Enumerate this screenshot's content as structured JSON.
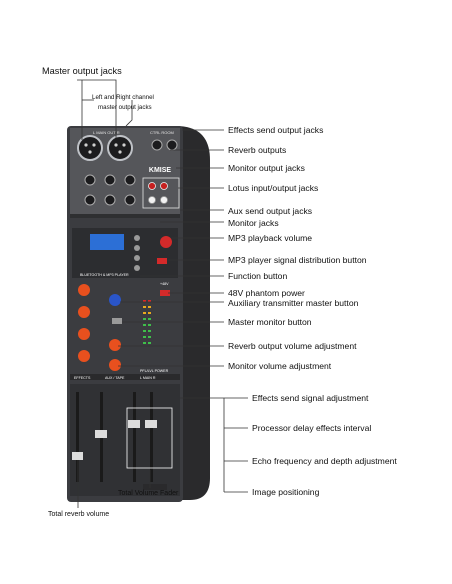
{
  "callouts": {
    "master_output_jacks": "Master output jacks",
    "lr_master_output_line1": "Left and Right channel",
    "lr_master_output_line2": "master output jacks",
    "effects_send_output_jacks": "Effects send output jacks",
    "reverb_outputs": "Reverb outputs",
    "monitor_output_jacks": "Monitor output jacks",
    "lotus_io_jacks": "Lotus input/output jacks",
    "aux_send_output_jacks": "Aux send output jacks",
    "monitor_jacks": "Monitor jacks",
    "mp3_playback_volume": "MP3 playback volume",
    "mp3_signal_distribution_button": "MP3 player signal distribution button",
    "function_button": "Function button",
    "phantom_power": "48V phantom power",
    "aux_transmitter_master_button": "Auxiliary transmitter master button",
    "master_monitor_button": "Master monitor button",
    "reverb_output_volume_adjustment": "Reverb output volume adjustment",
    "monitor_volume_adjustment": "Monitor volume adjustment",
    "effects_send_signal_adjustment": "Effects send signal adjustment",
    "processor_delay_effects_interval": "Processor delay effects interval",
    "echo_frequency_depth_adjustment": "Echo frequency and depth adjustment",
    "image_positioning": "Image positioning",
    "total_volume_fader": "Total Volume Fader",
    "total_reverb_volume": "Total reverb volume"
  },
  "device": {
    "brand": "KMISE",
    "main_out_label": "L MAIN OUT R",
    "ctrl_room_label": "CTRL ROOM",
    "mp3_player_label": "BLUETOOTH & MP3 PLAYER",
    "phantom_label": "+48V",
    "effects_label": "EFFECTS",
    "aux_tape_label": "AUX / TAPE",
    "main_label": "L MAIN R",
    "power_label": "PFL/LVL POWER"
  },
  "colors": {
    "body": "#3a3a3d",
    "panel": "#4a4b4f",
    "knob_orange": "#e8501e",
    "knob_blue": "#2a55c8",
    "lcd_blue": "#2c6fd6",
    "accent_red": "#d42a2a"
  }
}
